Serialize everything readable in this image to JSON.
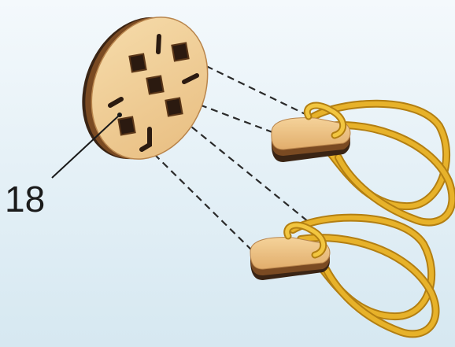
{
  "diagram": {
    "callout_label": "18",
    "colors": {
      "background_top": "#f4f9fc",
      "background_bottom": "#d6e8f1",
      "wood_face": "#f0cf9a",
      "wood_edge": "#7a4a22",
      "wood_dark": "#3a2414",
      "slot_dark": "#2b1a10",
      "rubber_band": "#d9a21f",
      "rubber_band_highlight": "#f2c640",
      "dashed_line": "#2a2a2a",
      "leader_line": "#1a1a1a"
    },
    "icons": [
      "wooden-disc",
      "hook-piece-upper",
      "hook-piece-lower",
      "rubber-band"
    ]
  }
}
